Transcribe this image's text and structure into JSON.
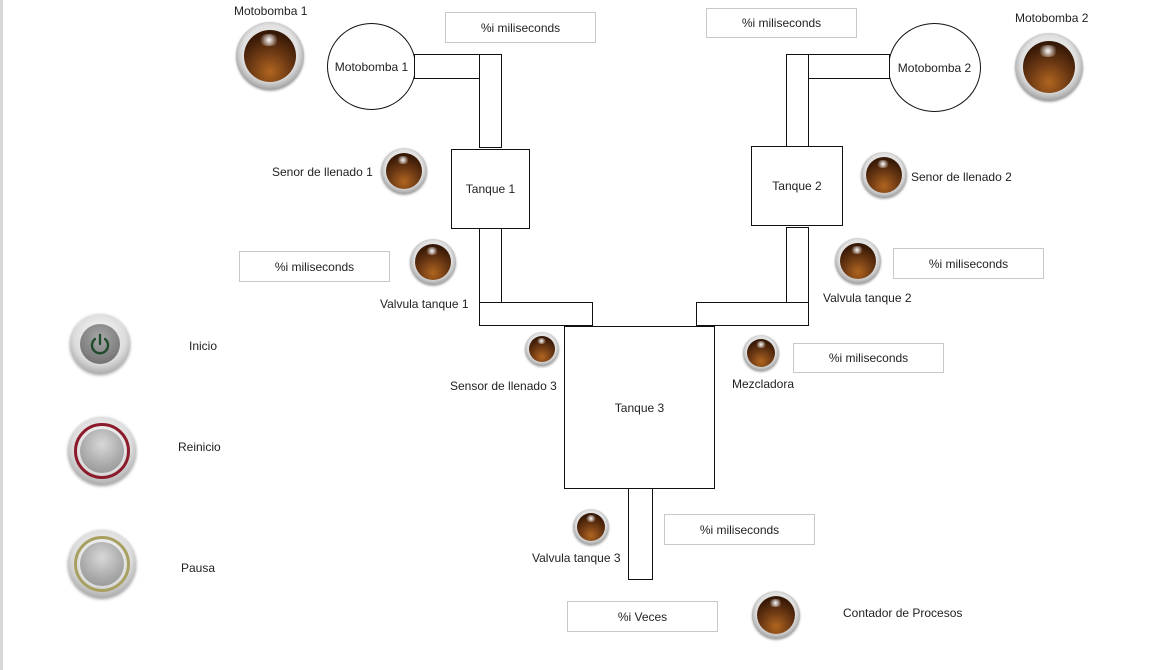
{
  "controls": {
    "start_label": "Inicio",
    "reset_label": "Reinicio",
    "pause_label": "Pausa"
  },
  "pumps": {
    "pump1": {
      "indicator_label": "Motobomba 1",
      "symbol_label": "Motobomba 1"
    },
    "pump2": {
      "indicator_label": "Motobomba 2",
      "symbol_label": "Motobomba 2"
    }
  },
  "tanks": {
    "tank1": "Tanque 1",
    "tank2": "Tanque 2",
    "tank3": "Tanque 3"
  },
  "sensors": {
    "fill1": "Senor de llenado 1",
    "fill2": "Senor de llenado 2",
    "fill3": "Sensor de llenado 3"
  },
  "valves": {
    "valve1": "Valvula tanque 1",
    "valve2": "Valvula tanque 2",
    "valve3": "Valvula tanque 3"
  },
  "mixer": {
    "label": "Mezcladora"
  },
  "counter": {
    "label": "Contador de Procesos",
    "value": "%i Veces"
  },
  "timers": {
    "pump1": "%i miliseconds",
    "pump2": "%i miliseconds",
    "valve1": "%i miliseconds",
    "valve2": "%i miliseconds",
    "mixer": "%i miliseconds",
    "valve3": "%i miliseconds"
  },
  "colors": {
    "indicator_off": "#5a2c0c",
    "reset_ring": "#8b1a2a",
    "pause_ring": "#a8a060",
    "start_icon": "#2a5a3a"
  }
}
